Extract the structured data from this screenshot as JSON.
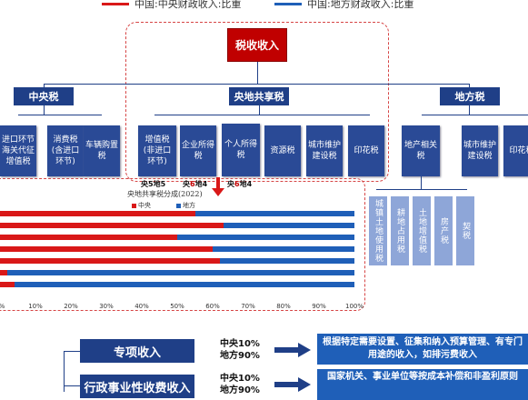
{
  "legend": {
    "central": "中国:中央财政收入:比重",
    "local": "中国:地方财政收入:比重",
    "central_color": "#d91818",
    "local_color": "#1f5fb8"
  },
  "root": "税收收入",
  "categories": {
    "central": "中央税",
    "shared": "央地共享税",
    "local": "地方税"
  },
  "central_taxes": [
    "进口环节海关代征增值税",
    "消费税(含进口环节)",
    "车辆购置税"
  ],
  "shared_taxes": [
    "增值税(非进口环节)",
    "企业所得税",
    "个人所得税",
    "资源税",
    "城市维护建设税",
    "印花税"
  ],
  "local_taxes": [
    "地产相关税",
    "城市维护建设税",
    "印花税"
  ],
  "property_taxes": [
    "城镇土地使用税",
    "耕地占用税",
    "土地增值税",
    "房产税",
    "契税"
  ],
  "splits": {
    "vat": {
      "a": "央5地5"
    },
    "corp": {
      "pre": "央",
      "num": "6",
      "post": "地4"
    },
    "indiv": {
      "pre": "央",
      "num": "6",
      "post": "地4"
    }
  },
  "chart_data": {
    "type": "bar",
    "orientation": "horizontal",
    "stacked": true,
    "title": "央地共享税分成(2022)",
    "legend": [
      "中央",
      "地方"
    ],
    "series": [
      {
        "name": "中央",
        "values": [
          55,
          63,
          50,
          60,
          62,
          2,
          4
        ]
      },
      {
        "name": "地方",
        "values": [
          45,
          37,
          50,
          40,
          38,
          98,
          96
        ]
      }
    ],
    "xlim": [
      0,
      100
    ],
    "xticks": [
      "%",
      "10%",
      "20%",
      "30%",
      "40%",
      "50%",
      "60%",
      "70%",
      "80%",
      "90%",
      "100%"
    ]
  },
  "bottom": [
    {
      "label": "专项收入",
      "ratio1": "中央10%",
      "ratio2": "地方90%",
      "desc": "根据特定需要设置、征集和纳入预算管理、有专门用途的收入，如排污费收入"
    },
    {
      "label": "行政事业性收费收入",
      "ratio1": "中央10%",
      "ratio2": "地方90%",
      "desc": "国家机关、事业单位等按成本补偿和非盈利原则"
    }
  ]
}
